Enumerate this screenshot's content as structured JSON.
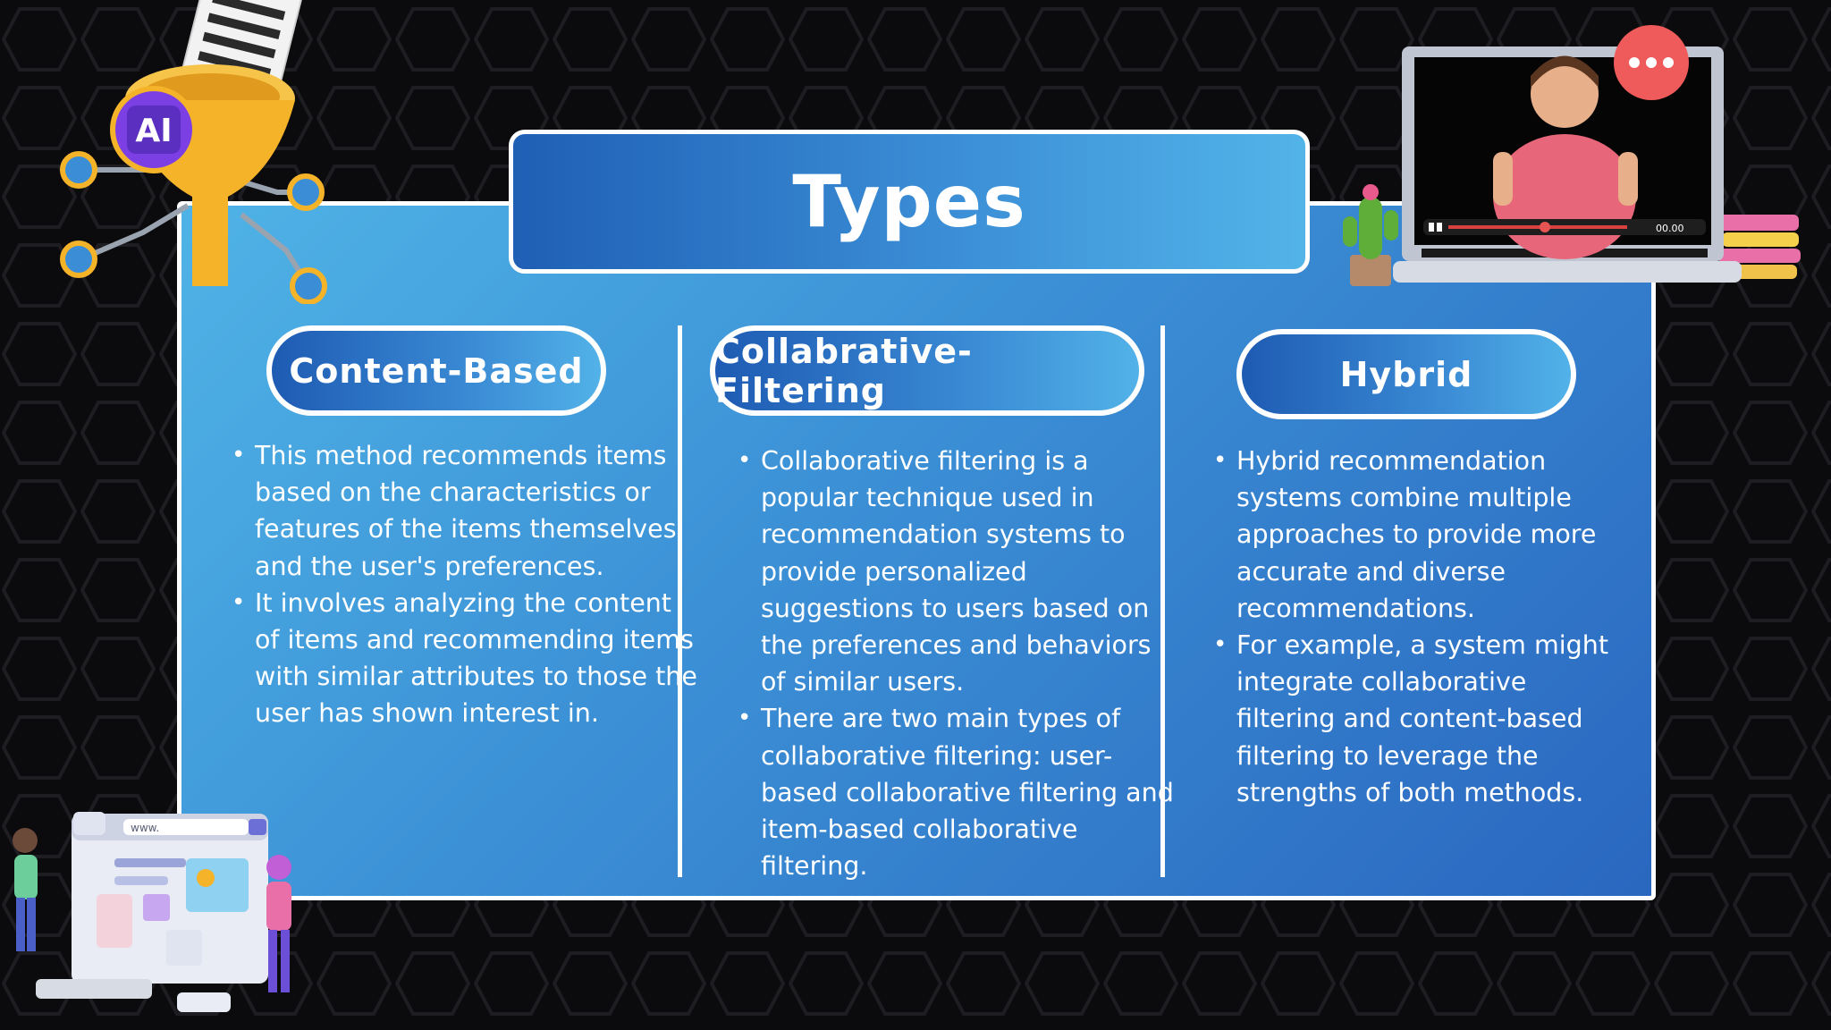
{
  "slide": {
    "title": "Types",
    "columns": [
      {
        "heading": "Content-Based",
        "bullets": [
          "This method recommends items based on the characteristics or features of the items themselves and the user's preferences.",
          "It involves analyzing the content of items and recommending items with similar attributes to those the user has shown interest in."
        ]
      },
      {
        "heading": "Collabrative-Filtering",
        "bullets": [
          "Collaborative filtering is a popular technique used in recommendation systems to provide personalized suggestions to users based on the preferences and behaviors of similar users.",
          "There are two main types of collaborative filtering: user-based collaborative filtering and item-based collaborative filtering."
        ]
      },
      {
        "heading": "Hybrid",
        "bullets": [
          "Hybrid recommendation systems combine multiple approaches to provide more accurate and diverse recommendations.",
          "For example, a system might integrate collaborative filtering and content-based filtering to leverage the strengths of both methods."
        ]
      }
    ]
  },
  "decorations": {
    "funnel_badge": "AI",
    "browser_url": "www.",
    "video_time": "00.00"
  },
  "colors": {
    "panel_light": "#4fb3e6",
    "panel_dark": "#2a67c0",
    "accent_yellow": "#f5b32a",
    "background": "#0b0b0d"
  }
}
